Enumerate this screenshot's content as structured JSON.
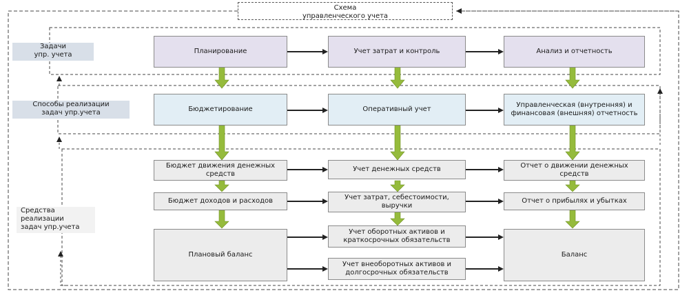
{
  "title": "Схема\nуправленческого учета",
  "side_labels": {
    "tasks": "Задачи\nупр. учета",
    "methods": "Способы реализации\nзадач упр.учета",
    "means": "Средства\nреализации\nзадач упр.учета"
  },
  "row1": {
    "planning": "Планирование",
    "cost_control": "Учет затрат и контроль",
    "analysis": "Анализ и отчетность"
  },
  "row2": {
    "budgeting": "Бюджетирование",
    "operational": "Оперативный учет",
    "reporting": "Управленческая (внутренняя) и финансовая (внешняя) отчетность"
  },
  "budgets": {
    "cash_flow": "Бюджет движения денежных средств",
    "income": "Бюджет доходов и расходов",
    "plan_balance": "Плановый баланс"
  },
  "accounting": {
    "cash": "Учет денежных средств",
    "costs": "Учет затрат, себестоимости, выручки",
    "current_assets": "Учет оборотных активов и краткосрочных обязательств",
    "noncurrent_assets": "Учет внеоборотных активов и долгосрочных обязательств"
  },
  "reports": {
    "cash_flow": "Отчет о движении денежных средств",
    "profit_loss": "Отчет о прибылях и убытках",
    "balance": "Баланс"
  },
  "colors": {
    "arrow": "#95bb3c",
    "purple_box": "#e4e0ee",
    "blue_box": "#e2eef5",
    "gray_box": "#ececec",
    "side_label": "#d8dfe8"
  }
}
